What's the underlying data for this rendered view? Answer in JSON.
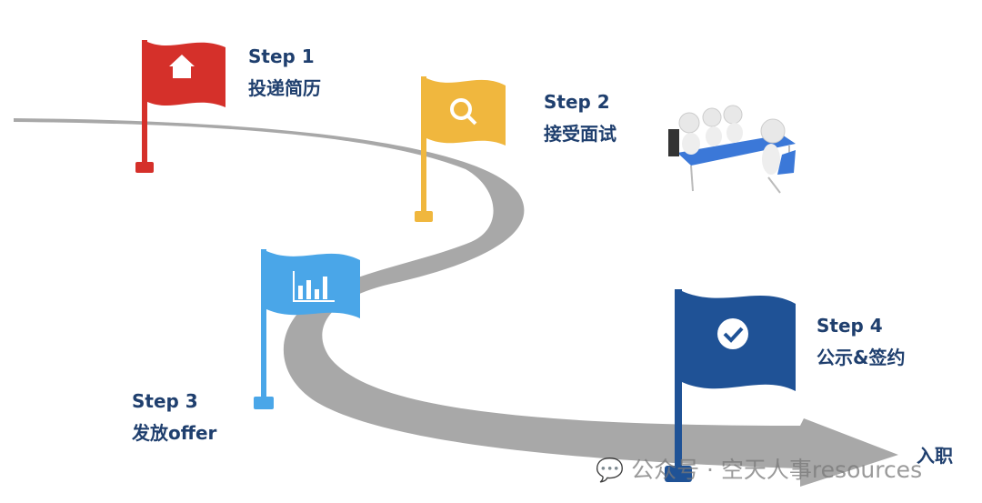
{
  "steps": [
    {
      "step": "Step 1",
      "label": "投递简历",
      "color": "#d5302a",
      "icon": "house-icon"
    },
    {
      "step": "Step 2",
      "label": "接受面试",
      "color": "#f0b73e",
      "icon": "search-icon"
    },
    {
      "step": "Step 3",
      "label": "发放offer",
      "color": "#4aa6e8",
      "icon": "bar-chart-icon"
    },
    {
      "step": "Step 4",
      "label": "公示&签约",
      "color": "#1f5296",
      "icon": "check-circle-icon"
    }
  ],
  "end_label": "入职",
  "watermark": "公众号 · 空天人事resources",
  "road_color": "#a8a8a8",
  "text_color": "#1f3f6e"
}
